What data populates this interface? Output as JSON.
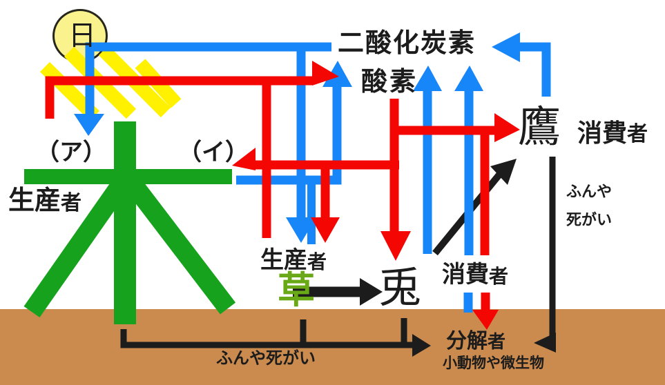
{
  "sun": {
    "kanji": "日"
  },
  "gas_labels": {
    "carbon_dioxide": "二酸化炭素",
    "oxygen": "酸素"
  },
  "choices": {
    "a": "（ア）",
    "b": "（イ）"
  },
  "organisms": {
    "tree": "木",
    "grass": "草",
    "rabbit": "兎",
    "hawk": "鷹"
  },
  "role_labels": {
    "producer": "生産",
    "consumer": "消費",
    "decomposer": "分解",
    "suffix": "者",
    "decomposer_detail": "小動物や微生物"
  },
  "flow_labels": {
    "waste_bottom": "ふんや死がい",
    "waste_right_line1": "ふんや",
    "waste_right_line2": "死がい"
  },
  "colors": {
    "co2_blue": "#1786f8",
    "o2_red": "#f40603",
    "tree_green": "#16a21c",
    "grass_text": "#69a816",
    "ray_yellow": "#fff100",
    "sun_fill": "#f9f28d",
    "ground": "#cc8b4e",
    "ink": "#1c1c1c"
  }
}
